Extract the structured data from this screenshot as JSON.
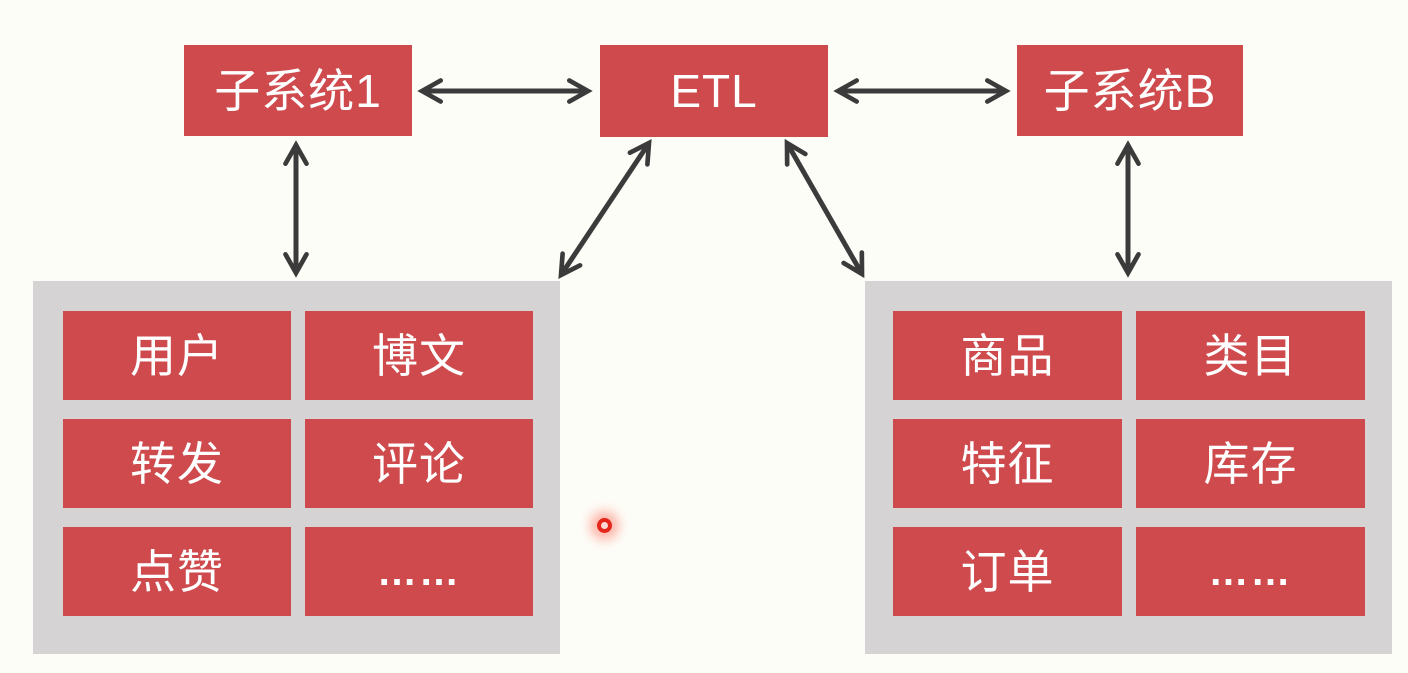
{
  "diagram": {
    "title_hint": "ETL data-sync architecture diagram",
    "top_nodes": [
      {
        "id": "subsystem1",
        "label": "子系统1"
      },
      {
        "id": "etl",
        "label": "ETL"
      },
      {
        "id": "subsystemB",
        "label": "子系统B"
      }
    ],
    "left_group": {
      "items": [
        "用户",
        "博文",
        "转发",
        "评论",
        "点赞",
        "……"
      ]
    },
    "right_group": {
      "items": [
        "商品",
        "类目",
        "特征",
        "库存",
        "订单",
        "……"
      ]
    },
    "connections": [
      {
        "from": "subsystem1",
        "to": "etl",
        "type": "bidirectional"
      },
      {
        "from": "etl",
        "to": "subsystemB",
        "type": "bidirectional"
      },
      {
        "from": "subsystem1",
        "to": "left_group",
        "type": "bidirectional"
      },
      {
        "from": "subsystemB",
        "to": "right_group",
        "type": "bidirectional"
      },
      {
        "from": "etl",
        "to": "left_group",
        "type": "bidirectional"
      },
      {
        "from": "etl",
        "to": "right_group",
        "type": "bidirectional"
      }
    ],
    "colors": {
      "node_red": "#ce4a4d",
      "group_gray": "#d5d3d3",
      "arrow_dark": "#3b3b3b",
      "background": "#fdfdf8",
      "label_white": "#ffffff",
      "laser_red": "#e5261b"
    }
  }
}
